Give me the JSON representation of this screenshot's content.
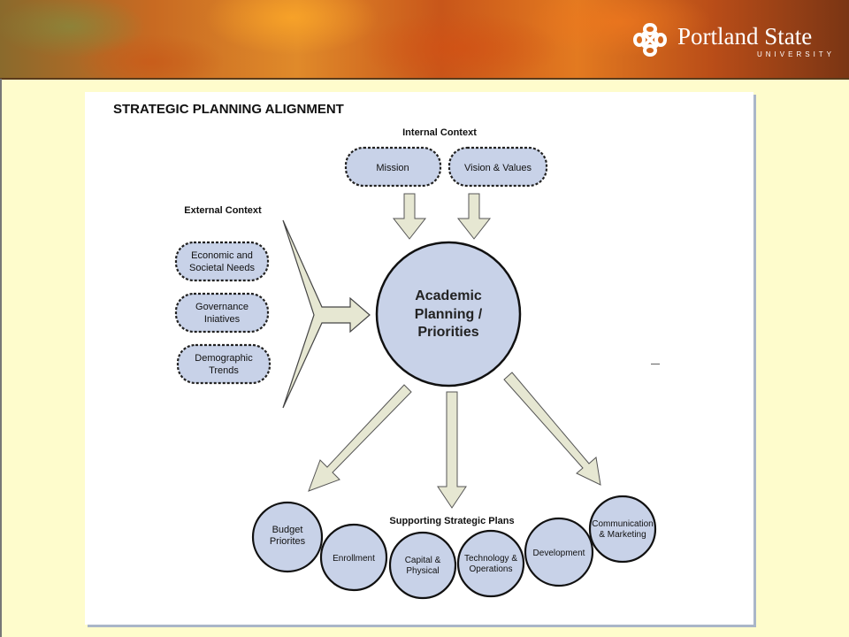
{
  "header": {
    "logo_name": "Portland State",
    "logo_sub": "UNIVERSITY"
  },
  "diagram": {
    "title": "STRATEGIC PLANNING ALIGNMENT",
    "internal_context": {
      "heading": "Internal Context",
      "items": [
        "Mission",
        "Vision & Values"
      ]
    },
    "external_context": {
      "heading": "External Context",
      "items": [
        [
          "Economic and",
          "Societal Needs"
        ],
        [
          "Governance",
          "Iniatives"
        ],
        [
          "Demographic",
          "Trends"
        ]
      ]
    },
    "center": [
      "Academic",
      "Planning /",
      "Priorities"
    ],
    "supporting": {
      "heading": "Supporting Strategic Plans",
      "items": [
        [
          "Budget",
          "Priorites"
        ],
        [
          "Enrollment"
        ],
        [
          "Capital &",
          "Physical"
        ],
        [
          "Technology &",
          "Operations"
        ],
        [
          "Development"
        ],
        [
          "Communication",
          "& Marketing"
        ]
      ]
    },
    "colors": {
      "node_fill": "#c8d2e8",
      "arrow_fill": "#e6e7d2",
      "background": "#fefccc"
    }
  }
}
